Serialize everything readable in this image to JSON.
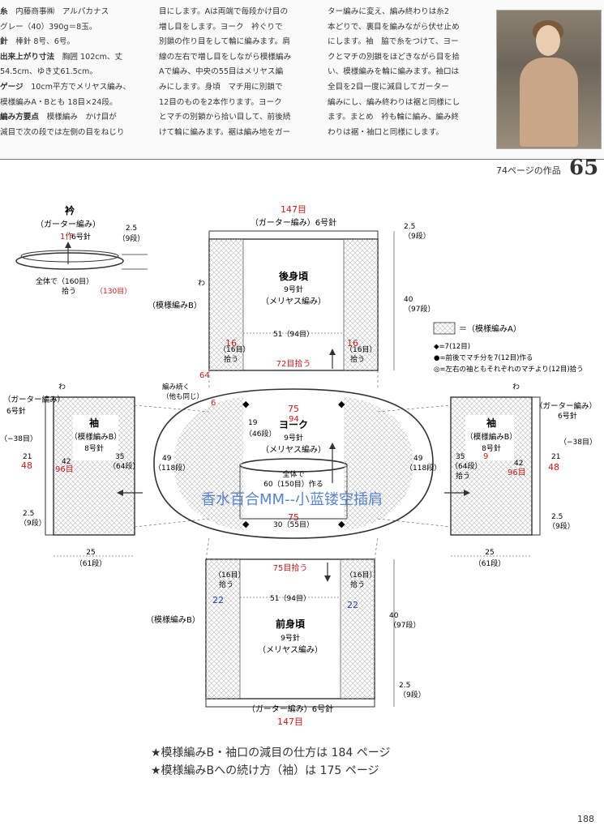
{
  "header": {
    "spec_lines": [
      {
        "label": "糸",
        "text": "内藤商事㈱　アルパカナス"
      },
      {
        "label": "",
        "text": "グレー（40）390g＝8玉。"
      },
      {
        "label": "針",
        "text": "棒針 8号、6号。"
      },
      {
        "label": "出来上がり寸法",
        "text": "胸囲 102cm、丈"
      },
      {
        "label": "",
        "text": "54.5cm、ゆき丈61.5cm。"
      },
      {
        "label": "ゲージ",
        "text": "10cm平方でメリヤス編み、"
      },
      {
        "label": "",
        "text": "模様編みA・Bとも 18目×24段。"
      },
      {
        "label": "編み方要点",
        "text": "模様編み　かけ目が"
      },
      {
        "label": "",
        "text": "減目で次の段では左側の目をねじり"
      }
    ],
    "col1": [
      "目にします。Aは両端で毎段かけ目の",
      "増し目をします。ヨーク　衿ぐりで",
      "別鎖の作り目をして輪に編みます。肩",
      "線の左右で増し目をしながら模様編み",
      "Aで編み、中央の55目はメリヤス編",
      "みにします。身頃　マチ用に別鎖で",
      "12目のものを2本作ります。ヨーク",
      "とマチの別鎖から拾い目して、前後続",
      "けて輪に編みます。裾は編み地をガー"
    ],
    "col2": [
      "ター編みに変え、編み終わりは糸2",
      "本どりで、裏目を編みながら伏せ止め",
      "にします。袖　脇で糸をつけて、ヨー",
      "クとマチの別鎖をほどきながら目を拾",
      "い、模様編みを輪に編みます。袖口は",
      "全目を2目一度に減目してガーター",
      "編みにし、編み終わりは裾と同様にし",
      "ます。まとめ　衿も輪に編み、編み終",
      "わりは裾・袖口と同様にします。"
    ],
    "page_note": "74ページの作品",
    "page_number": "65"
  },
  "diagram": {
    "collar": {
      "title": "衿",
      "sub": "（ガーター編み）",
      "needle": "6号針",
      "red_needle": "1作",
      "side": "2.5",
      "side_rows": "（9段）",
      "bottom": "全体で（160目）",
      "pick": "拾う",
      "bottom_red": "（130目）"
    },
    "back": {
      "title": "後身頃",
      "needle": "9号針",
      "sub": "（メリヤス編み）",
      "top_label": "（ガーター編み）6号針",
      "top_red": "147目",
      "width": "51（94目）",
      "height": "40",
      "height_rows": "（97段）",
      "hem": "2.5",
      "hem_rows": "（9段）",
      "pattern_b": "（模様編みB）",
      "side_w": "わ",
      "pick_left": "（16目）",
      "pick_right": "（16目）",
      "pick_word": "拾う",
      "center_red": "72目拾う",
      "red_16a": "16",
      "red_16b": "16",
      "red_64": "64"
    },
    "legend": {
      "box_label": "＝（模様編みA）",
      "line1": "◆=7(12目)",
      "line2": "●=前後でマチ分を7(12目)作る",
      "line3": "◎=左右の袖ともそれぞれのマチより(12目)拾う"
    },
    "yoke": {
      "title": "ヨーク",
      "needle": "9号針",
      "sub": "（メリヤス編み）",
      "depth": "19",
      "depth_rows": "（46段）",
      "total": "全体で",
      "total2": "60（150目）作る",
      "bottom": "30（55目）",
      "red_75a": "75",
      "red_75b": "75",
      "red_94": "94",
      "cont": "編み続く",
      "cont2": "（他も同じ）",
      "width49a": "49",
      "width49b": "49",
      "rows118a": "（118段）",
      "rows118b": "（118段）",
      "red_6": "6"
    },
    "left_sleeve": {
      "title": "袖",
      "sub": "（模様編みB）",
      "needle": "8号針",
      "top": "（ガーター編み）",
      "top_needle": "6号針",
      "red_96": "96目",
      "red_48": "48",
      "width": "42",
      "length": "35",
      "length_rows": "（64段）",
      "side": "21",
      "side_rows": "（−38目）",
      "hem": "2.5",
      "hem_rows": "（9段）",
      "bottom": "25",
      "bottom_rows": "（61段）",
      "wa": "わ"
    },
    "right_sleeve": {
      "title": "袖",
      "sub": "（模様編みB）",
      "needle": "8号針",
      "top": "（ガーター編み）",
      "top_needle": "6号針",
      "red_96": "96目",
      "red_48": "48",
      "width": "42",
      "length": "35",
      "length_rows": "（64段）",
      "side": "21",
      "side_rows": "（−38目）",
      "hem": "2.5",
      "hem_rows": "（9段）",
      "bottom": "25",
      "bottom_rows": "（61段）",
      "wa": "わ",
      "pick": "拾う",
      "red_9": "9"
    },
    "front": {
      "title": "前身頃",
      "needle": "9号針",
      "sub": "（メリヤス編み）",
      "bottom_label": "（ガーター編み）6号針",
      "bottom_red": "147目",
      "width": "51（94目）",
      "height": "40",
      "height_rows": "（97段）",
      "hem": "2.5",
      "hem_rows": "（9段）",
      "pattern_b": "（模様編みB）",
      "pick_left": "（16目）",
      "pick_right": "（16目）",
      "pick_word": "拾う",
      "blue_22a": "22",
      "blue_22b": "22",
      "red_75": "75目拾う"
    },
    "watermark": "香水百合MM--小蓝镂空插肩"
  },
  "notes": {
    "line1": "★模様編みB・袖口の減目の仕方は 184 ページ",
    "line2": "★模様編みBへの続け方（袖）は 175 ページ"
  },
  "footer": {
    "page": "188"
  }
}
